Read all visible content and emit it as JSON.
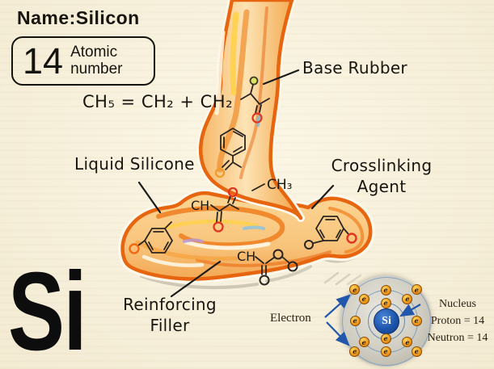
{
  "header": {
    "name": "Name:Silicon",
    "atomic_number": "14",
    "caption1": "Atomic",
    "caption2": "number"
  },
  "formula": "CH₅ = CH₂ + CH₂",
  "symbol": "Si",
  "labels": {
    "base_rubber": "Base Rubber",
    "liquid_silicone": "Liquid Silicone",
    "crosslinking1": "Crosslinking",
    "crosslinking2": "Agent",
    "reinforcing1": "Reinforcing",
    "reinforcing2": "Filler"
  },
  "molecules": {
    "methyl": "CH₃",
    "ch_a": "CH",
    "ch_b": "CH",
    "oxygen_symbol": "O"
  },
  "atom": {
    "nucleus_symbol": "Si",
    "electron_symbol": "e",
    "shells": [
      2,
      8,
      4
    ],
    "electron_label": "Electron",
    "nucleus_label": "Nucleus",
    "proton_label": "Proton = 14",
    "neutron_label": "Neutron = 14"
  },
  "colors": {
    "paper": "#f6efda",
    "silicone_outline": "#e8650f",
    "silicone_fill_light": "#fde3b4",
    "silicone_fill_mid": "#f7bd6e",
    "accent_yellow": "#ffd24a",
    "oxygen_red": "#e23520",
    "arrow_blue": "#2257ac",
    "nucleus_blue": "#1d54ab",
    "electron_orange": "#f29c1d",
    "text_black": "#17150f"
  }
}
